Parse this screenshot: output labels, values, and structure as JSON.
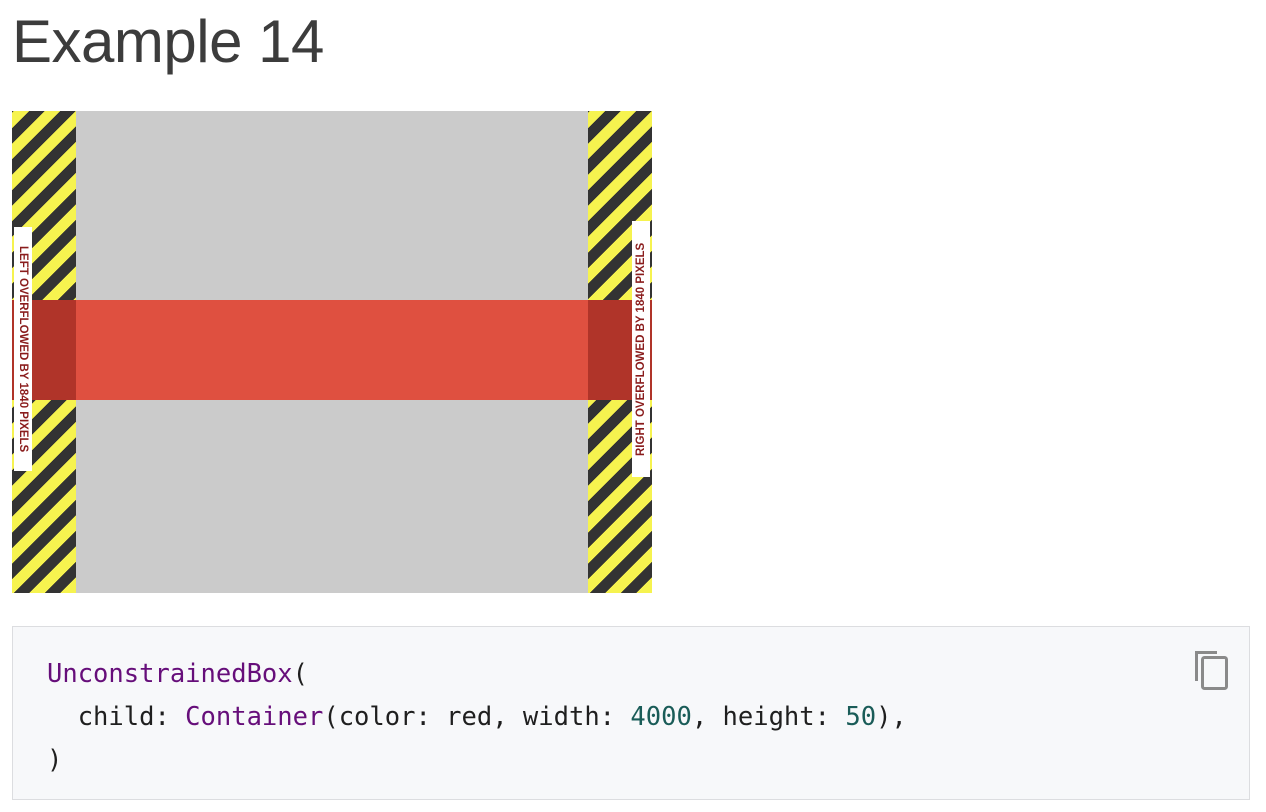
{
  "page": {
    "title": "Example 14"
  },
  "demo": {
    "left_overflow_text": "LEFT OVERFLOWED BY 1840 PIXELS",
    "right_overflow_text": "RIGHT OVERFLOWED BY 1840 PIXELS",
    "colors": {
      "background": "#cbcbcb",
      "bar": "#df5040",
      "stripe_yellow": "#f6f34f",
      "stripe_dark": "#333333",
      "label_text": "#8a1c1c"
    }
  },
  "code_block": {
    "lines": [
      [
        {
          "text": "UnconstrainedBox",
          "kind": "class"
        },
        {
          "text": "(",
          "kind": "plain"
        }
      ],
      [
        {
          "text": "  child: ",
          "kind": "plain"
        },
        {
          "text": "Container",
          "kind": "class"
        },
        {
          "text": "(color: red, width: ",
          "kind": "plain"
        },
        {
          "text": "4000",
          "kind": "num"
        },
        {
          "text": ", height: ",
          "kind": "plain"
        },
        {
          "text": "50",
          "kind": "num"
        },
        {
          "text": "),",
          "kind": "plain"
        }
      ],
      [
        {
          "text": ")",
          "kind": "plain"
        }
      ]
    ],
    "copy_icon": "copy-icon"
  }
}
